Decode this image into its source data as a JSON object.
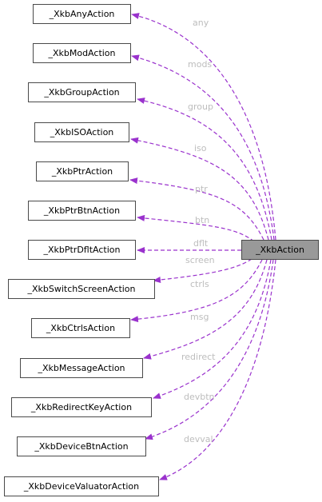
{
  "center": {
    "label": "_XkbAction"
  },
  "nodes": [
    {
      "label": "_XkbAnyAction",
      "edge": "any"
    },
    {
      "label": "_XkbModAction",
      "edge": "mods"
    },
    {
      "label": "_XkbGroupAction",
      "edge": "group"
    },
    {
      "label": "_XkbISOAction",
      "edge": "iso"
    },
    {
      "label": "_XkbPtrAction",
      "edge": "ptr"
    },
    {
      "label": "_XkbPtrBtnAction",
      "edge": "btn"
    },
    {
      "label": "_XkbPtrDfltAction",
      "edge": "dflt"
    },
    {
      "label": "_XkbSwitchScreenAction",
      "edge": "screen"
    },
    {
      "label": "_XkbCtrlsAction",
      "edge": "ctrls"
    },
    {
      "label": "_XkbMessageAction",
      "edge": "msg"
    },
    {
      "label": "_XkbRedirectKeyAction",
      "edge": "redirect"
    },
    {
      "label": "_XkbDeviceBtnAction",
      "edge": "devbtn"
    },
    {
      "label": "_XkbDeviceValuatorAction",
      "edge": "devval"
    }
  ],
  "colors": {
    "edge": "#9a32cd",
    "edge_label": "#bdbdbd",
    "center_fill": "#999999",
    "node_border": "#4a4a4a"
  }
}
